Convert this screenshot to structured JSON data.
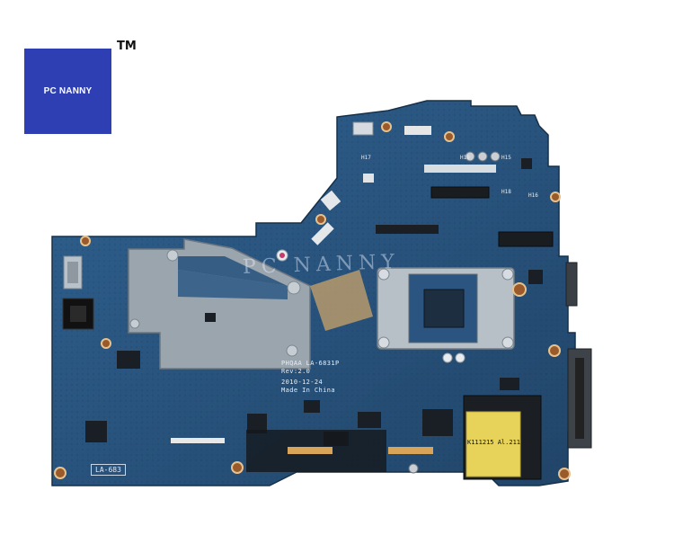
{
  "brand": {
    "logo_text": "PC NANNY",
    "trademark": "TM",
    "colors": {
      "logo_bg": "#2d3fb3",
      "logo_text": "#ffffff"
    }
  },
  "board": {
    "model_line": "PHQAA LA-6831P",
    "rev": "Rev:2.0",
    "date": "2010-12-24",
    "origin": "Made In China",
    "corner_label": "LA-683",
    "watermark": "PC NANNY",
    "sticker": "K111215 Al.211",
    "hole_labels": [
      "H17",
      "H19",
      "H15",
      "H18",
      "H16"
    ],
    "colors": {
      "pcb": "#2b5580",
      "shield": "#9aa4ad",
      "silk": "#e6eef6"
    }
  }
}
